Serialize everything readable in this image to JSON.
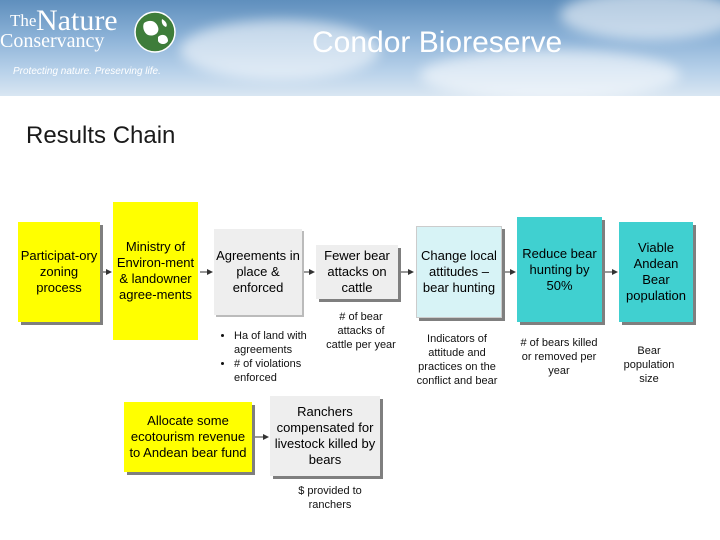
{
  "header": {
    "logo_the": "The",
    "logo_nature": "Nature",
    "logo_conservancy": "Conservancy",
    "logo_tagline": "Protecting nature. Preserving life.",
    "title": "Condor Bioreserve"
  },
  "subtitle": "Results Chain",
  "colors": {
    "strategy": "#ffff00",
    "intermediate": "#eeeeee",
    "threat_reduction": "#d7f3f6",
    "target": "#40d0d0",
    "shadow": "#7f7f7f"
  },
  "boxes": {
    "participatory": "Participat-ory zoning process",
    "ministry": "Ministry of Environ-ment & landowner agree-ments",
    "agreements": "Agreements in place & enforced",
    "fewer_attacks": "Fewer bear attacks on cattle",
    "change_attitudes": "Change local attitudes – bear hunting",
    "reduce_hunting": "Reduce bear hunting by 50%",
    "viable_population": "Viable Andean Bear population",
    "allocate": "Allocate some ecotourism revenue to Andean bear fund",
    "ranchers": "Ranchers compensated for livestock killed by bears"
  },
  "indicators": {
    "agreements": [
      "Ha of land with agreements",
      "# of violations enforced"
    ],
    "fewer_attacks": "# of bear attacks of cattle per year",
    "change_attitudes": "Indicators of attitude and practices on the conflict and bear",
    "reduce_hunting": "# of bears killed or removed per year",
    "viable_population": "Bear population size",
    "ranchers": "$ provided to ranchers"
  }
}
